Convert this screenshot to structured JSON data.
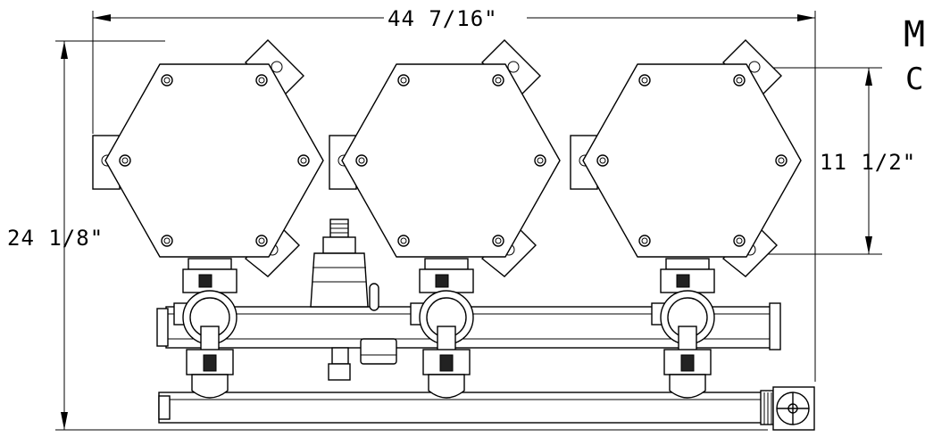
{
  "drawing": {
    "dimensions": {
      "overall_width": "44 7/16\"",
      "overall_height": "24 1/8\"",
      "housing_height": "11 1/2\""
    },
    "partial_text": {
      "line1": "M",
      "line2": "C"
    },
    "component_counts": {
      "hex_housings": 3,
      "valve_assemblies": 3
    }
  }
}
